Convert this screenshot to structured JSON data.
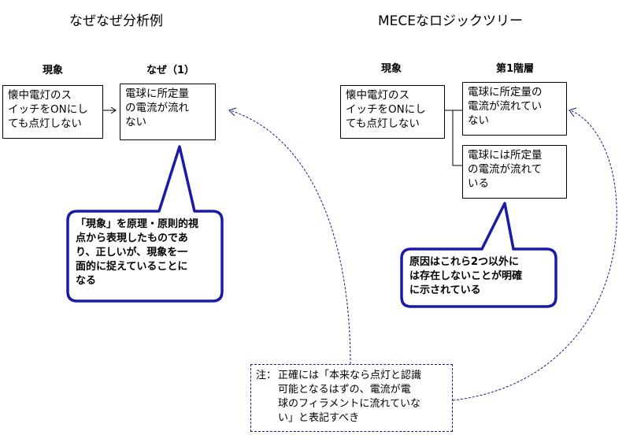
{
  "left": {
    "title": "なぜなぜ分析例",
    "col_phenomenon": "現象",
    "col_why": "なぜ（1）",
    "box_phenomenon": "懐中電灯のス\nイッチをONにし\nても点灯しない",
    "box_why": "電球に所定量\nの電流が流れ\nない",
    "callout": "「現象」を原理・原則的視\n点から表現したものであ\nり、正しいが、現象を一\n面的に捉えていることに\nなる"
  },
  "right": {
    "title": "MECEなロジックツリー",
    "col_phenomenon": "現象",
    "col_level1": "第1階層",
    "box_phenomenon": "懐中電灯のス\nイッチをONにし\nても点灯しない",
    "box_level1_a": "電球に所定量の\n電流が流れてい\nない",
    "box_level1_b": "電球には所定量\nの電流が流れて\nいる",
    "callout": "原因はこれら2つ以外に\nは存在しないことが明確\nに示されている"
  },
  "note": {
    "label": "注：",
    "text": "正確には「本来なら点灯と認識\n可能となるはずの、電流が電\n球のフィラメントに流れていな\nい」と表記すべき"
  },
  "colors": {
    "callout_border": "#1a1aa6",
    "dashed_connector": "#1a1a8c"
  }
}
